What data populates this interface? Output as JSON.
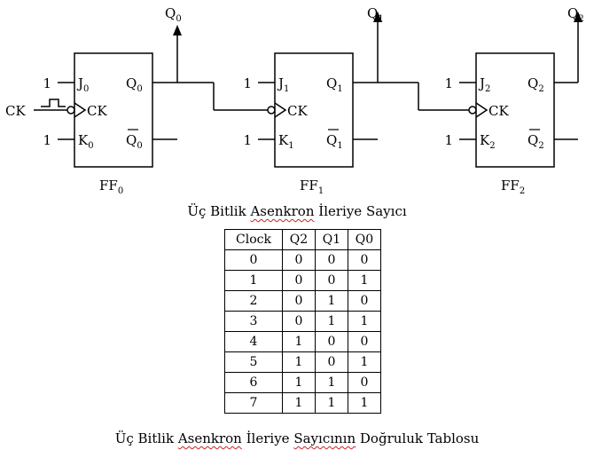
{
  "flipflops": [
    {
      "name": "FF",
      "sub": "0",
      "j": "J",
      "k": "K",
      "q": "Q",
      "qbar": "Q",
      "ck": "CK",
      "j_in": "1",
      "k_in": "1",
      "out": "Q"
    },
    {
      "name": "FF",
      "sub": "1",
      "j": "J",
      "k": "K",
      "q": "Q",
      "qbar": "Q",
      "ck": "CK",
      "j_in": "1",
      "k_in": "1",
      "out": "Q"
    },
    {
      "name": "FF",
      "sub": "2",
      "j": "J",
      "k": "K",
      "q": "Q",
      "qbar": "Q",
      "ck": "CK",
      "j_in": "1",
      "k_in": "1",
      "out": "Q"
    }
  ],
  "clock_input": "CK",
  "diagram_caption": {
    "parts": [
      "Üç Bitlik ",
      "Asenkron",
      " İleriye Sayıcı"
    ]
  },
  "table": {
    "headers": [
      "Clock",
      "Q2",
      "Q1",
      "Q0"
    ],
    "rows": [
      [
        "0",
        "0",
        "0",
        "0"
      ],
      [
        "1",
        "0",
        "0",
        "1"
      ],
      [
        "2",
        "0",
        "1",
        "0"
      ],
      [
        "3",
        "0",
        "1",
        "1"
      ],
      [
        "4",
        "1",
        "0",
        "0"
      ],
      [
        "5",
        "1",
        "0",
        "1"
      ],
      [
        "6",
        "1",
        "1",
        "0"
      ],
      [
        "7",
        "1",
        "1",
        "1"
      ]
    ]
  },
  "table_caption": {
    "parts": [
      "Üç Bitlik ",
      "Asenkron",
      " İleriye ",
      "Sayıcının",
      " Doğruluk Tablosu"
    ]
  }
}
